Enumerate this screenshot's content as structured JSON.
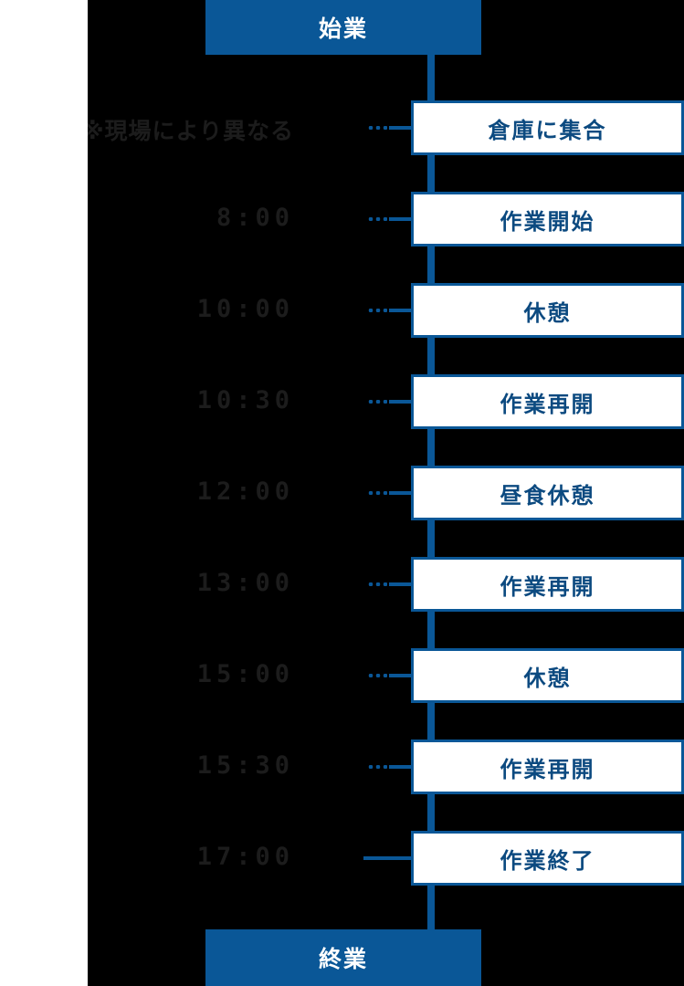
{
  "colors": {
    "panel_background": "#000000",
    "page_background": "#ffffff",
    "accent_blue": "#0a5797",
    "card_text_blue": "#0c4a80",
    "time_label": "#1c1c1c",
    "card_background": "#ffffff"
  },
  "header": {
    "label": "始業"
  },
  "footer": {
    "label": "終業"
  },
  "timeline": {
    "rows": [
      {
        "time": "※現場により異なる",
        "is_note": true,
        "event": "倉庫に集合",
        "connector": "dotted"
      },
      {
        "time": "8:00",
        "is_note": false,
        "event": "作業開始",
        "connector": "dotted"
      },
      {
        "time": "10:00",
        "is_note": false,
        "event": "休憩",
        "connector": "dotted"
      },
      {
        "time": "10:30",
        "is_note": false,
        "event": "作業再開",
        "connector": "dotted"
      },
      {
        "time": "12:00",
        "is_note": false,
        "event": "昼食休憩",
        "connector": "dotted"
      },
      {
        "time": "13:00",
        "is_note": false,
        "event": "作業再開",
        "connector": "dotted"
      },
      {
        "time": "15:00",
        "is_note": false,
        "event": "休憩",
        "connector": "dotted"
      },
      {
        "time": "15:30",
        "is_note": false,
        "event": "作業再開",
        "connector": "dotted"
      },
      {
        "time": "17:00",
        "is_note": false,
        "event": "作業終了",
        "connector": "solid"
      }
    ]
  },
  "layout": {
    "row_y": [
      140,
      240,
      340,
      440,
      540,
      640,
      740,
      840,
      940
    ]
  }
}
